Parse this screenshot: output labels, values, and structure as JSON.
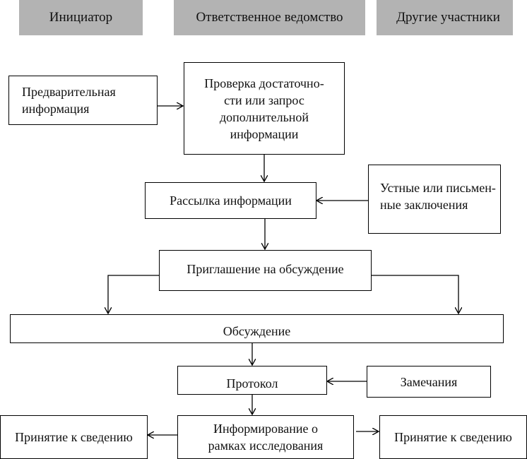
{
  "columns": {
    "initiator": "Инициатор",
    "responsible": "Ответственное ведомство",
    "others": "Другие участники"
  },
  "nodes": {
    "preliminary_info": "Предварительная\nинформация",
    "check_sufficiency": "Проверка  достаточно-\nсти или  запрос\nдополнительной\nинформации",
    "distribution": "Рассылка информации",
    "oral_written": "Устные или письмен-\nные заключения",
    "invitation": "Приглашение на обсуждение",
    "discussion": "Обсуждение",
    "protocol": "Протокол",
    "remarks": "Замечания",
    "informing_scope": "Информирование  о\nрамках исследования",
    "acknowledge_left": "Принятие к сведению",
    "acknowledge_right": "Принятие к сведению"
  }
}
